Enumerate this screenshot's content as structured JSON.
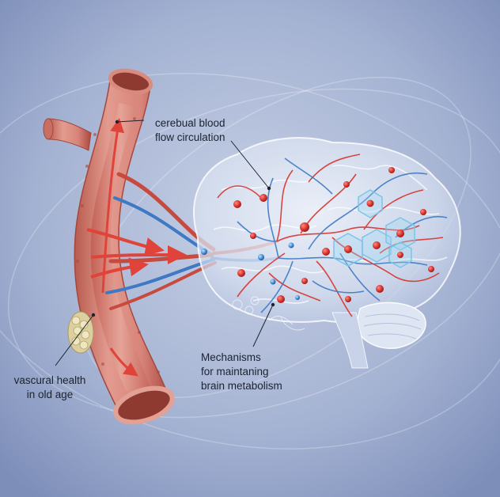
{
  "labels": {
    "cerebral_flow": "cerebual blood\nflow circulation",
    "mechanisms": "Mechanisms\nfor maintaning\nbrain metabolism",
    "vascular": "vascural health\nin old age"
  },
  "colors": {
    "background_center": "#c3cde3",
    "background_edge": "#7e8fba",
    "artery": "#d8847a",
    "artery_dark": "#b25548",
    "vein_blue": "#3f79c4",
    "vessel_red": "#d8332e",
    "brain_glass": "#e8eef8",
    "hexagon": "#7cc4ea",
    "plaque": "#e7dcb0"
  },
  "icons": [
    "artery-illustration",
    "brain-illustration",
    "blood-flow-arrow",
    "hexagon-cluster",
    "plaque-deposit"
  ]
}
